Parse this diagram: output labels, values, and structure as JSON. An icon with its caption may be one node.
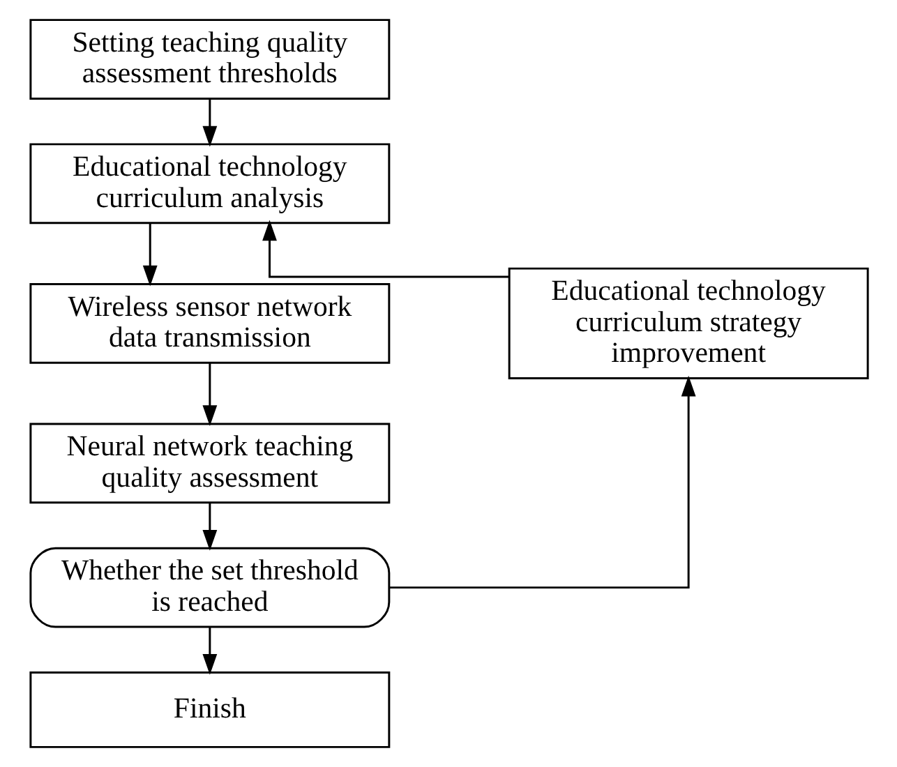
{
  "diagram": {
    "nodes": [
      {
        "text": [
          "Setting teaching quality assessment thresholds"
        ]
      },
      {
        "text": [
          "Educational technology curriculum analysis"
        ]
      },
      {
        "text": [
          "Wireless sensor network data transmission"
        ]
      },
      {
        "text": [
          "Educational technology curriculum strategy improvement"
        ]
      },
      {
        "text": [
          "Neural network teaching quality assessment"
        ]
      },
      {
        "text": [
          "Whether the set threshold is reached"
        ]
      },
      {
        "text": [
          "Finish"
        ]
      }
    ],
    "edges": [
      {
        "from": 0,
        "to": 1,
        "arrow": "to"
      },
      {
        "from": 1,
        "to": 2,
        "arrow": "to"
      },
      {
        "from": 2,
        "to": 4,
        "arrow": "to"
      },
      {
        "from": 4,
        "to": 5,
        "arrow": "to"
      },
      {
        "from": 5,
        "to": 6,
        "arrow": "to"
      },
      {
        "from": 5,
        "to": 3,
        "arrow": "to"
      },
      {
        "from": 3,
        "to": 1,
        "arrow": "to"
      }
    ]
  }
}
